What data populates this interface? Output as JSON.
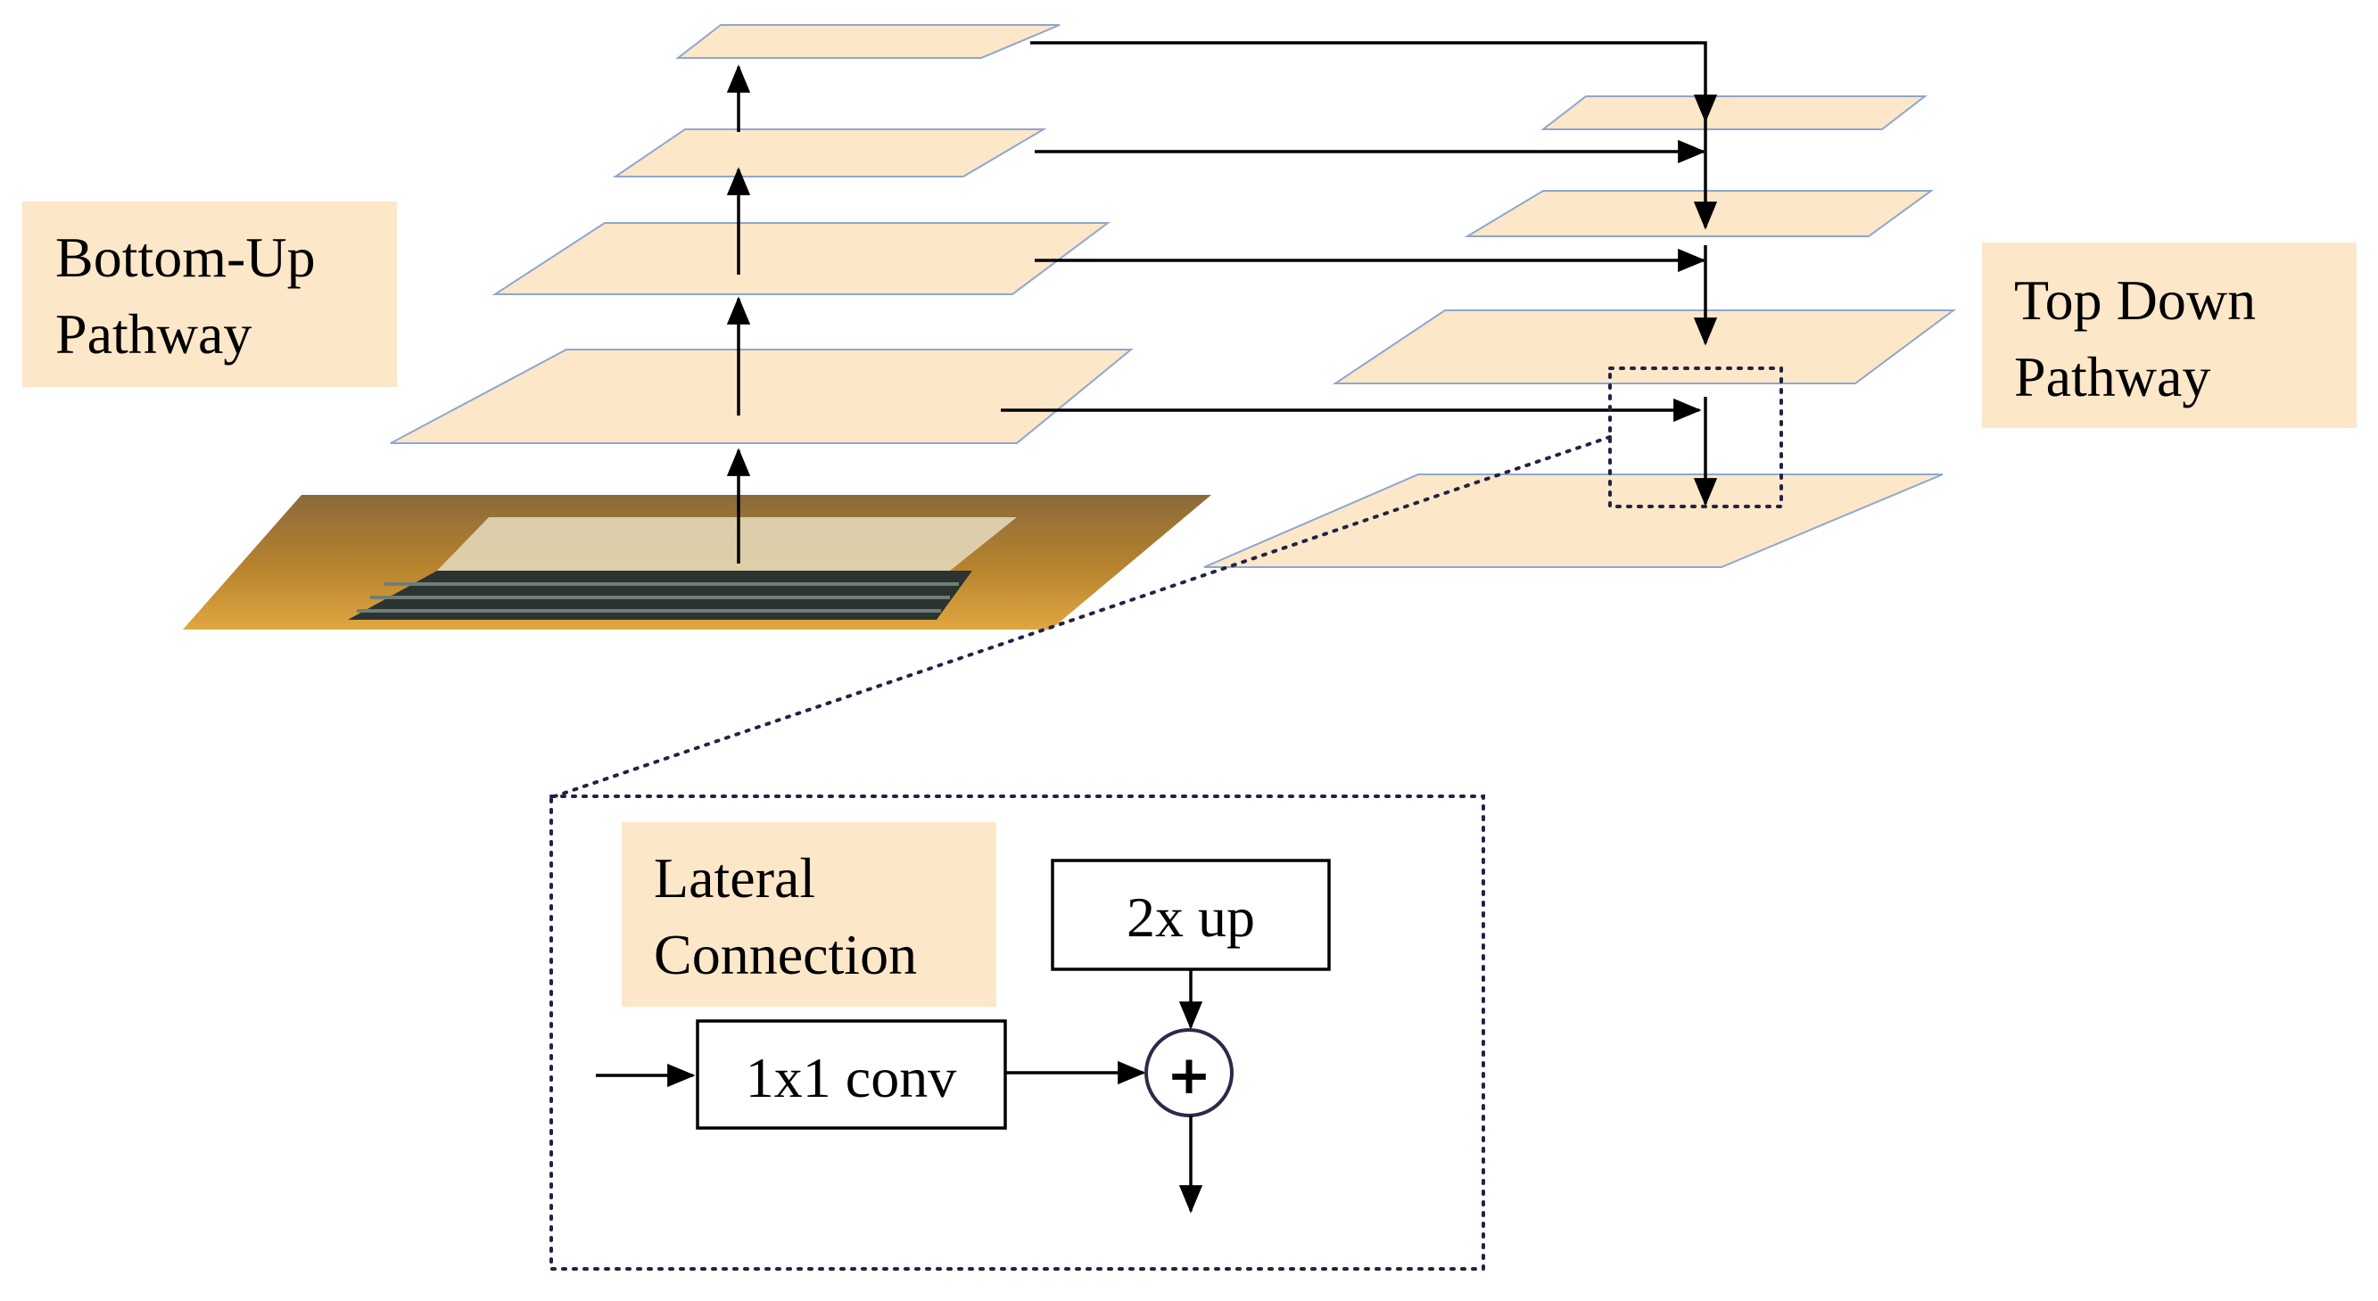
{
  "colors": {
    "layer_fill": "#fde7c9",
    "label_box_fill": "#fde7c9",
    "image_plane_fill": "#c28a34",
    "line": "#000000",
    "dotted_border": "#222244"
  },
  "labels": {
    "bottom_up": [
      "Bottom-Up",
      "Pathway"
    ],
    "top_down": [
      "Top Down",
      "Pathway"
    ],
    "lateral": [
      "Lateral",
      "Connection"
    ],
    "conv_box": "1x1 conv",
    "up_box": "2x up",
    "plus_symbol": "+"
  },
  "icons": {
    "input_image": "photo-of-circuit-board-icon",
    "add_node": "plus-circle-icon"
  },
  "structure": {
    "bottom_up_feature_maps": 4,
    "top_down_feature_maps": 4
  }
}
